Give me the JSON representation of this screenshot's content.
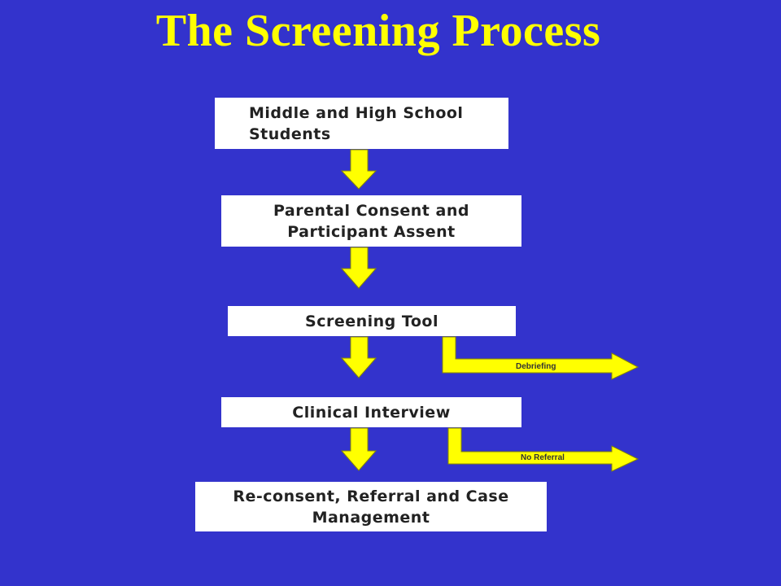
{
  "title": "The Screening Process",
  "steps": [
    "Middle and High School Students",
    "Parental Consent and Participant Assent",
    "Screening Tool",
    "Clinical Interview",
    "Re-consent, Referral and Case Management"
  ],
  "branches": [
    "Debriefing",
    "No Referral"
  ],
  "colors": {
    "background": "#3333cc",
    "accent": "#ffff00",
    "box": "#ffffff"
  }
}
